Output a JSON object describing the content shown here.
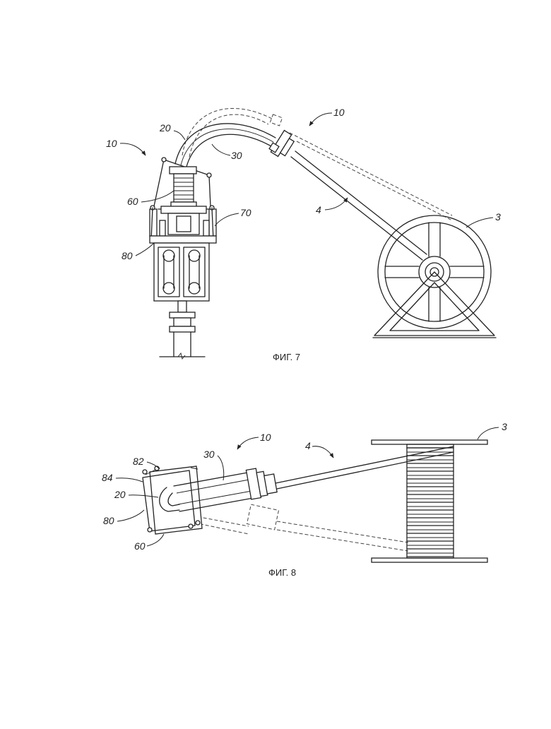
{
  "figures": [
    {
      "caption": "ФИГ. 7",
      "labels": {
        "assembly_top": "10",
        "assembly_left": "10",
        "unit_20": "20",
        "unit_30": "30",
        "hose": "4",
        "reel": "3",
        "unit_60": "60",
        "unit_70": "70",
        "unit_80": "80"
      }
    },
    {
      "caption": "ФИГ. 8",
      "labels": {
        "assembly": "10",
        "hose": "4",
        "reel": "3",
        "unit_30": "30",
        "unit_82": "82",
        "unit_84": "84",
        "unit_20": "20",
        "unit_80": "80",
        "unit_60": "60"
      }
    }
  ]
}
